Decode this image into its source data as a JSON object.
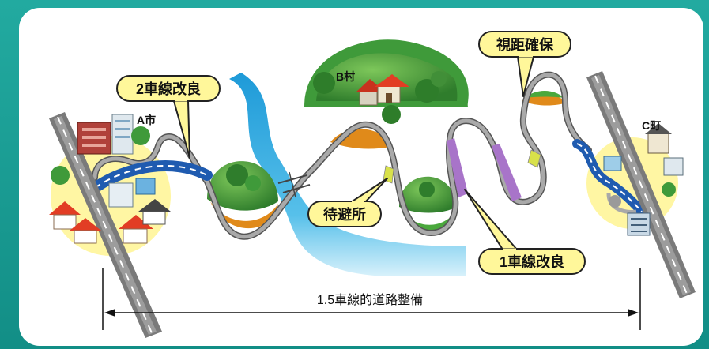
{
  "labels": {
    "town_a": "A市",
    "village_b": "B村",
    "town_c": "C町",
    "two_lane": "2車線改良",
    "one_lane": "1車線改良",
    "passing_place": "待避所",
    "sight_distance": "視距確保",
    "measure": "1.5車線的道路整備"
  },
  "colors": {
    "background_frame": "#1aa39a",
    "panel": "#ffffff",
    "callout_fill": "#fff79a",
    "river": "#29a6df",
    "road_grey": "#9a9a9a",
    "improved_road_blue": "#1f5bb0",
    "one_lane_purple": "#a874c9",
    "passing_place_yellow": "#d8e14a",
    "town_circle": "#fff6a3",
    "hill_green": "#3f9a3a",
    "slope_orange": "#e08a1a"
  }
}
